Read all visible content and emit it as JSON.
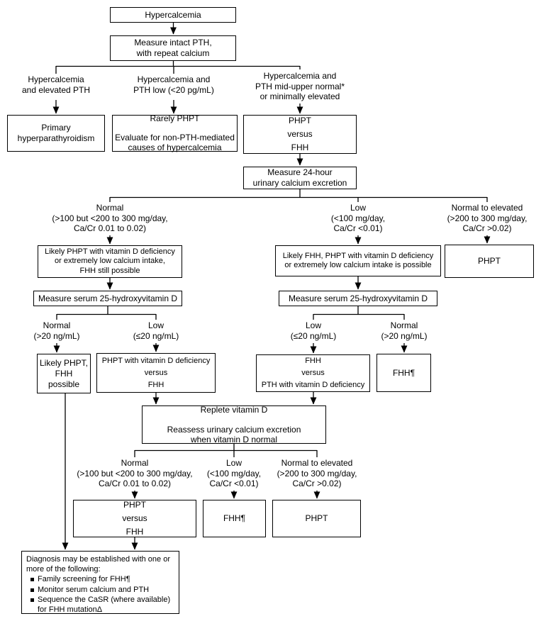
{
  "nodes": {
    "start": "Hypercalcemia",
    "measure_pth": "Measure intact PTH,\nwith repeat calcium",
    "branch_elevated_pth": "Hypercalcemia\nand elevated PTH",
    "branch_pth_low": "Hypercalcemia and\nPTH low (<20 pg/mL)",
    "branch_pth_mid": "Hypercalcemia and\nPTH mid-upper normal*\nor minimally elevated",
    "primary_hpt": "Primary\nhyperparathyroidism",
    "rarely_phpt": "Rarely PHPT\n\nEvaluate for non-PTH-mediated\ncauses of hypercalcemia",
    "phpt_vs_fhh_top": "PHPT\nversus\nFHH",
    "measure_24h": "Measure 24-hour\nurinary calcium excretion",
    "urine_normal_1": "Normal\n(>100 but <200 to 300 mg/day,\nCa/Cr 0.01 to 0.02)",
    "urine_low_1": "Low\n(<100 mg/day,\nCa/Cr <0.01)",
    "urine_high_1": "Normal to elevated\n(>200 to 300 mg/day,\nCa/Cr >0.02)",
    "likely_phpt_vitd": "Likely PHPT with vitamin D deficiency\nor extremely low calcium intake,\nFHH still possible",
    "likely_fhh_vitd": "Likely FHH, PHPT with vitamin D deficiency\nor extremely low calcium intake is possible",
    "phpt_right": "PHPT",
    "measure_25_left": "Measure serum 25-hydroxyvitamin D",
    "measure_25_right": "Measure serum 25-hydroxyvitamin D",
    "vitd_normal_left": "Normal\n(>20 ng/mL)",
    "vitd_low_left": "Low\n(≤20 ng/mL)",
    "vitd_low_right": "Low\n(≤20 ng/mL)",
    "vitd_normal_right": "Normal\n(>20 ng/mL)",
    "likely_phpt_fhh_possible": "Likely PHPT,\nFHH possible",
    "phpt_vitd_vs_fhh": "PHPT with vitamin D deficiency\nversus\nFHH",
    "fhh_vs_pth_vitd": "FHH\nversus\nPTH with vitamin D deficiency",
    "fhh_right": "FHH¶",
    "replete": "Replete vitamin D\n\nReassess urinary calcium excretion\nwhen vitamin D normal",
    "urine_normal_2": "Normal\n(>100 but <200 to 300 mg/day,\nCa/Cr 0.01 to 0.02)",
    "urine_low_2": "Low\n(<100 mg/day,\nCa/Cr <0.01)",
    "urine_high_2": "Normal to elevated\n(>200 to 300 mg/day,\nCa/Cr >0.02)",
    "phpt_vs_fhh_bottom": "PHPT\nversus\nFHH",
    "fhh_bottom": "FHH¶",
    "phpt_bottom": "PHPT"
  },
  "diagnosis": {
    "title": "Diagnosis may be established with one or\nmore of the following:",
    "bullets": [
      "Family screening for FHH¶",
      "Monitor serum calcium and PTH",
      "Sequence the CaSR (where available)\nfor FHH mutationΔ"
    ]
  }
}
